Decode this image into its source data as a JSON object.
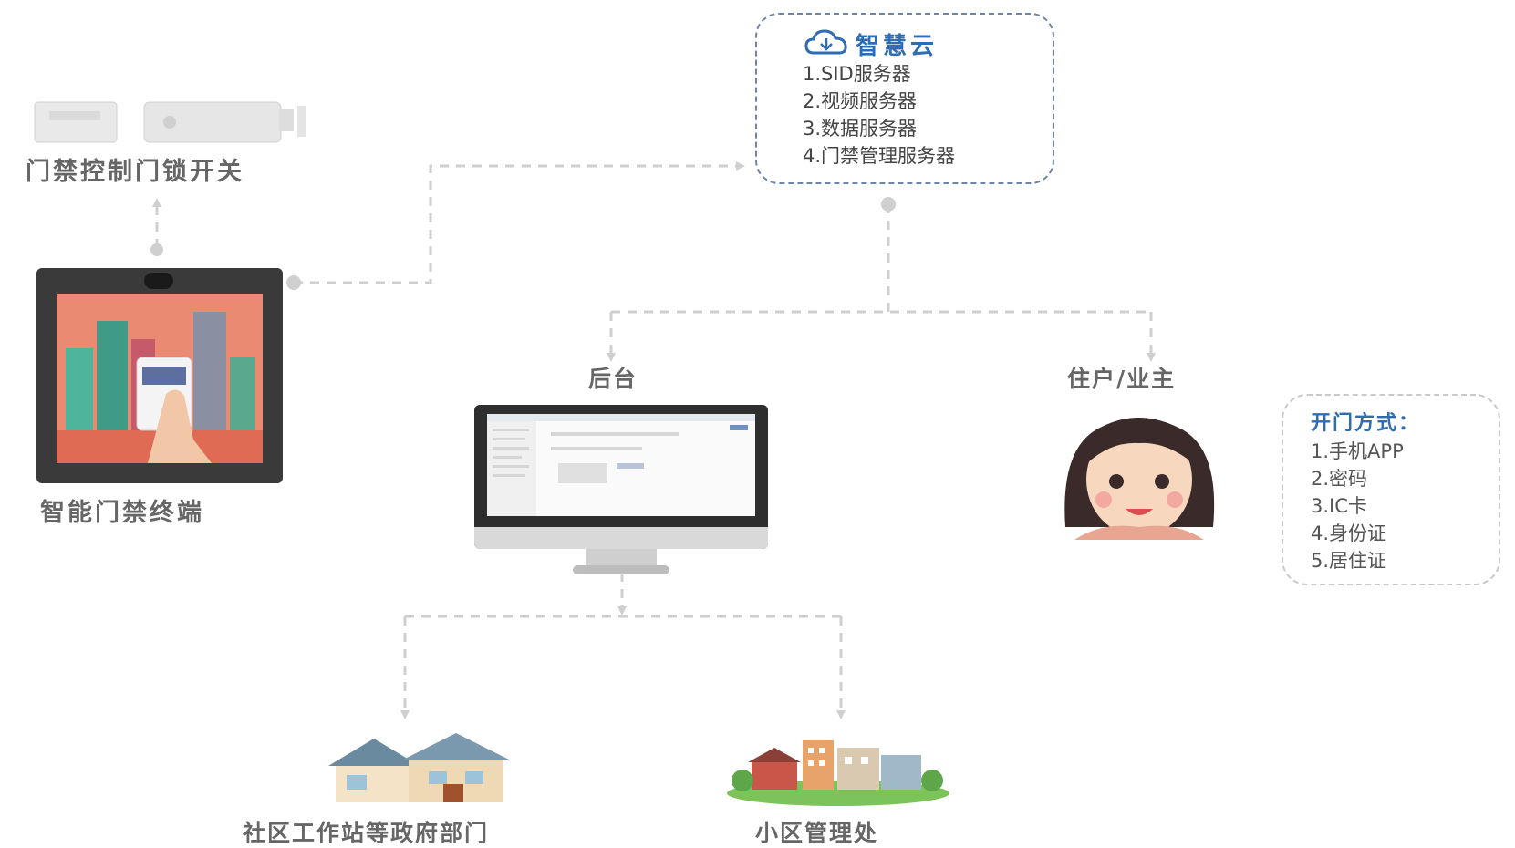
{
  "top_left": {
    "label": "门禁控制门锁开关"
  },
  "terminal": {
    "label": "智能门禁终端"
  },
  "cloud": {
    "title": "智慧云",
    "items": [
      "1.SID服务器",
      "2.视频服务器",
      "3.数据服务器",
      "4.门禁管理服务器"
    ]
  },
  "backend": {
    "label": "后台"
  },
  "resident": {
    "label": "住户/业主"
  },
  "methods": {
    "title": "开门方式：",
    "items": [
      "1.手机APP",
      "2.密码",
      "3.IC卡",
      "4.身份证",
      "5.居住证"
    ]
  },
  "gov": {
    "label": "社区工作站等政府部门"
  },
  "management": {
    "label": "小区管理处"
  }
}
